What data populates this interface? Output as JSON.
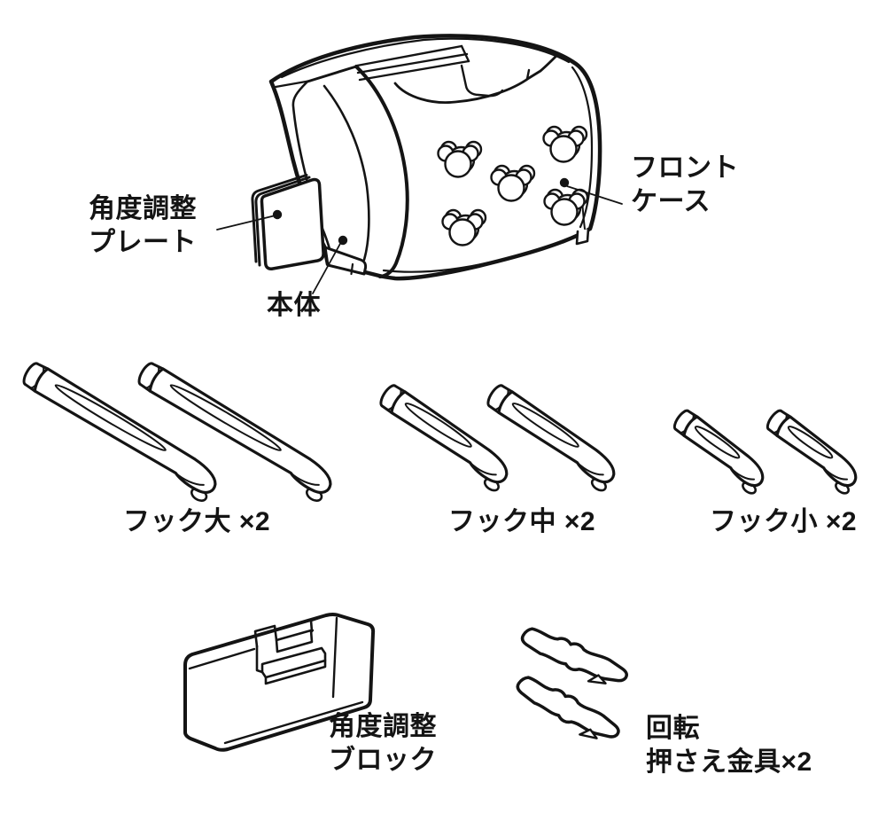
{
  "window": {
    "background": "#ffffff"
  },
  "diagram": {
    "line_color": "#141414",
    "labels": {
      "angle_plate": {
        "line1": "角度調整",
        "line2": "プレート"
      },
      "main_body": {
        "line1": "本体"
      },
      "front_case": {
        "line1": "フロント",
        "line2": "ケース"
      },
      "hook_large": {
        "line1": "フック大 ×2"
      },
      "hook_medium": {
        "line1": "フック中 ×2"
      },
      "hook_small": {
        "line1": "フック小 ×2"
      },
      "angle_block": {
        "line1": "角度調整",
        "line2": "ブロック"
      },
      "rotation_bracket": {
        "line1": "回転",
        "line2": "押さえ金具×2"
      }
    },
    "parts": [
      {
        "name": "本体",
        "quantity": 1
      },
      {
        "name": "フロントケース",
        "quantity": 1
      },
      {
        "name": "角度調整プレート",
        "quantity": 1
      },
      {
        "name": "フック大",
        "quantity": 2
      },
      {
        "name": "フック中",
        "quantity": 2
      },
      {
        "name": "フック小",
        "quantity": 2
      },
      {
        "name": "角度調整ブロック",
        "quantity": 1
      },
      {
        "name": "回転押さえ金具",
        "quantity": 2
      }
    ]
  }
}
